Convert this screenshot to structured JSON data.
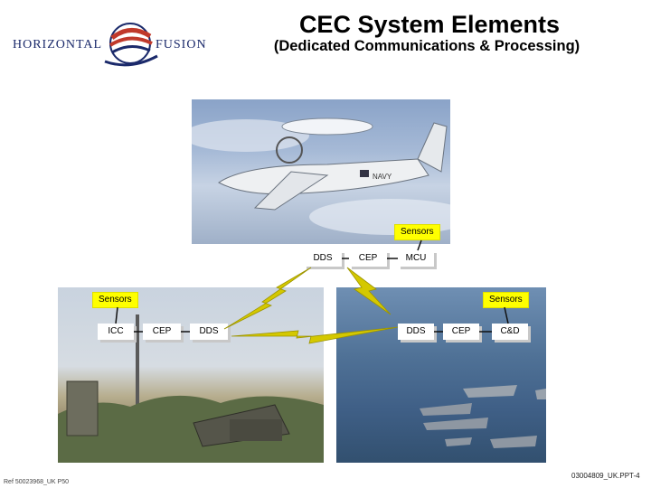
{
  "header": {
    "title": "CEC System Elements",
    "subtitle": "(Dedicated Communications & Processing)"
  },
  "logo": {
    "left_word": "HORIZONTAL",
    "right_word": "FUSION"
  },
  "aircraft_node": {
    "sensors": "Sensors",
    "dds": "DDS",
    "cep": "CEP",
    "mcu": "MCU"
  },
  "ground_node": {
    "sensors": "Sensors",
    "icc": "ICC",
    "cep": "CEP",
    "dds": "DDS"
  },
  "ship_node": {
    "sensors": "Sensors",
    "dds": "DDS",
    "cep": "CEP",
    "cd": "C&D"
  },
  "footer": {
    "ref_left": "Ref 50023968_UK P50",
    "ref_right": "03004809_UK.PPT-4"
  },
  "colors": {
    "sensors_bg": "#ffff00",
    "lightning": "#d4c800",
    "brand_navy": "#1b2a6b",
    "brand_red": "#c0392b"
  },
  "icons": {
    "logo": "globe-swoosh-icon",
    "links": "lightning-bolt-icon"
  }
}
